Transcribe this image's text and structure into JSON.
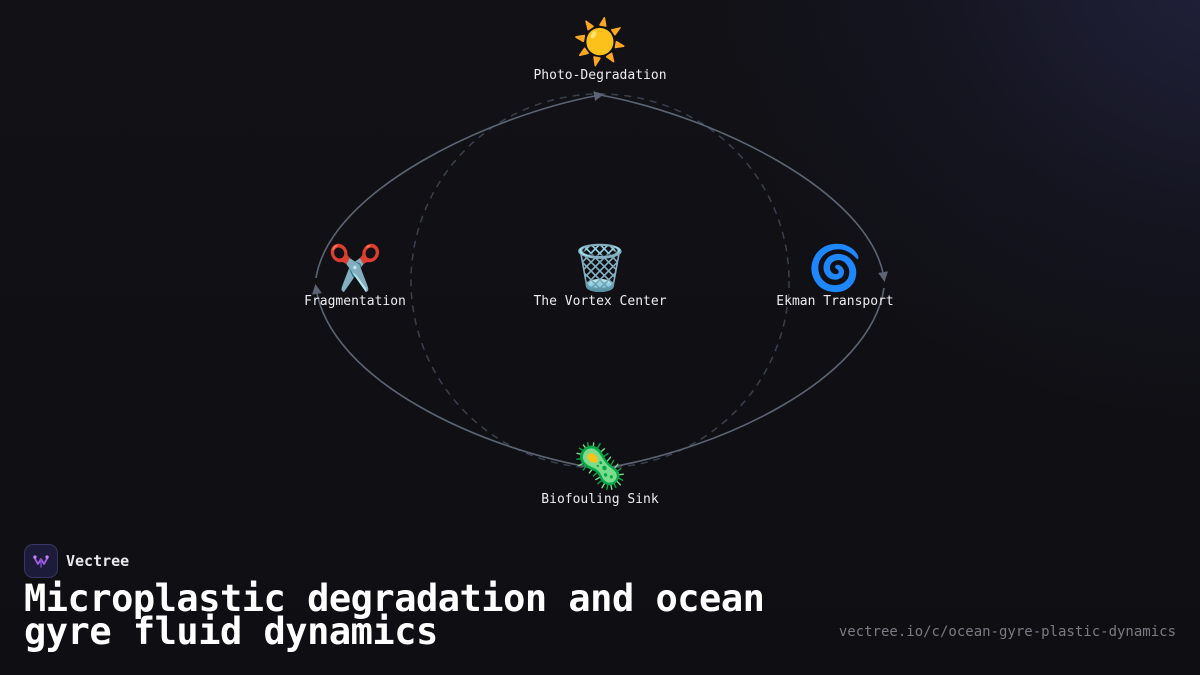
{
  "diagram": {
    "center": {
      "label": "The Vortex Center",
      "icon": "wastebasket-icon",
      "emoji": "🗑️"
    },
    "nodes": [
      {
        "label": "Photo-Degradation",
        "icon": "sun-icon",
        "emoji": "☀️"
      },
      {
        "label": "Ekman Transport",
        "icon": "cyclone-icon",
        "emoji": "🌀"
      },
      {
        "label": "Biofouling Sink",
        "icon": "microbe-icon",
        "emoji": "🦠"
      },
      {
        "label": "Fragmentation",
        "icon": "scissors-icon",
        "emoji": "✂️"
      }
    ],
    "colors": {
      "cycle_line": "#5c6474",
      "dashed_line": "#3a4050"
    }
  },
  "brand": {
    "name": "Vectree",
    "icon": "vectree-logo-icon"
  },
  "title": "Microplastic degradation and ocean gyre fluid dynamics",
  "url": "vectree.io/c/ocean-gyre-plastic-dynamics"
}
